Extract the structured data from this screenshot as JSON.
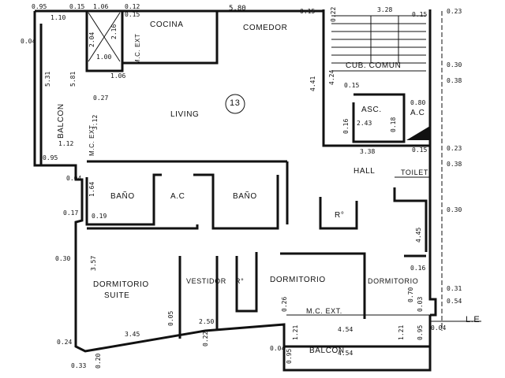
{
  "unit_number": "13",
  "rooms": {
    "cocina": "COCINA",
    "comedor": "COMEDOR",
    "living": "LIVING",
    "cub_comun": "CUB. COMUN",
    "asc": "ASC.",
    "ac_top": "A.C",
    "hall": "HALL",
    "toilet": "TOILET",
    "bano_left": "BAÑO",
    "ac_mid": "A.C",
    "bano_right": "BAÑO",
    "ro_hall": "R°",
    "dorm_suite_1": "DORMITORIO",
    "dorm_suite_2": "SUITE",
    "vestidor": "VESTIDOR",
    "ro_vest": "R°",
    "dormitorio_mid": "DORMITORIO",
    "dormitorio_right": "DORMITORIO",
    "mc_ext_bottom": "M.C. EXT.",
    "balcon_bottom": "BALCON",
    "balcon_left": "BALCON",
    "mc_ext_left": "M.C. EXT.",
    "mc_ext_top": "M.C. EXT",
    "le": "L.E"
  },
  "dims": {
    "d095_tl": "0.95",
    "d015_tl": "0.15",
    "d110": "1.10",
    "d004_l": "0.04",
    "d531a": "5.31",
    "d531b": "5.81",
    "d112": "1.12",
    "d095_l": "0.95",
    "d204": "2.04",
    "d216": "2.16",
    "d106_a": "1.06",
    "d100": "1.00",
    "d106_b": "1.06",
    "d012": "0.12",
    "d015_b": "0.15",
    "d580": "5.80",
    "d015_c": "0.15",
    "d022": "0.22",
    "d328": "3.28",
    "d015_d": "0.15",
    "d023_t": "0.23",
    "d030_r": "0.30",
    "d038_r": "0.38",
    "d027": "0.27",
    "d312": "3.12",
    "d441": "4.41",
    "d424": "4.24",
    "d015_e": "0.15",
    "d016": "0.16",
    "d243": "2.43",
    "d018": "0.18",
    "d080": "0.80",
    "d338": "3.38",
    "d015_f": "0.15",
    "d023_r": "0.23",
    "d038_r2": "0.38",
    "d004_m": "0.04",
    "d164": "1.64",
    "d017": "0.17",
    "d019": "0.19",
    "d445": "4.45",
    "d030_r2": "0.30",
    "d016_r": "0.16",
    "d030_l": "0.30",
    "d357": "3.57",
    "d031": "0.31",
    "d070": "0.70",
    "d054": "0.54",
    "d003": "0.03",
    "d250": "2.50",
    "d005": "0.05",
    "d345": "3.45",
    "d026": "0.26",
    "d454_a": "4.54",
    "d454_b": "4.54",
    "d121_a": "1.21",
    "d121_b": "1.21",
    "d024": "0.24",
    "d004_b": "0.04",
    "d095_b": "0.95",
    "d095_b2": "0.95",
    "d020": "0.20",
    "d033": "0.33",
    "d004_r": "0.04",
    "d022_b": "0.22"
  }
}
